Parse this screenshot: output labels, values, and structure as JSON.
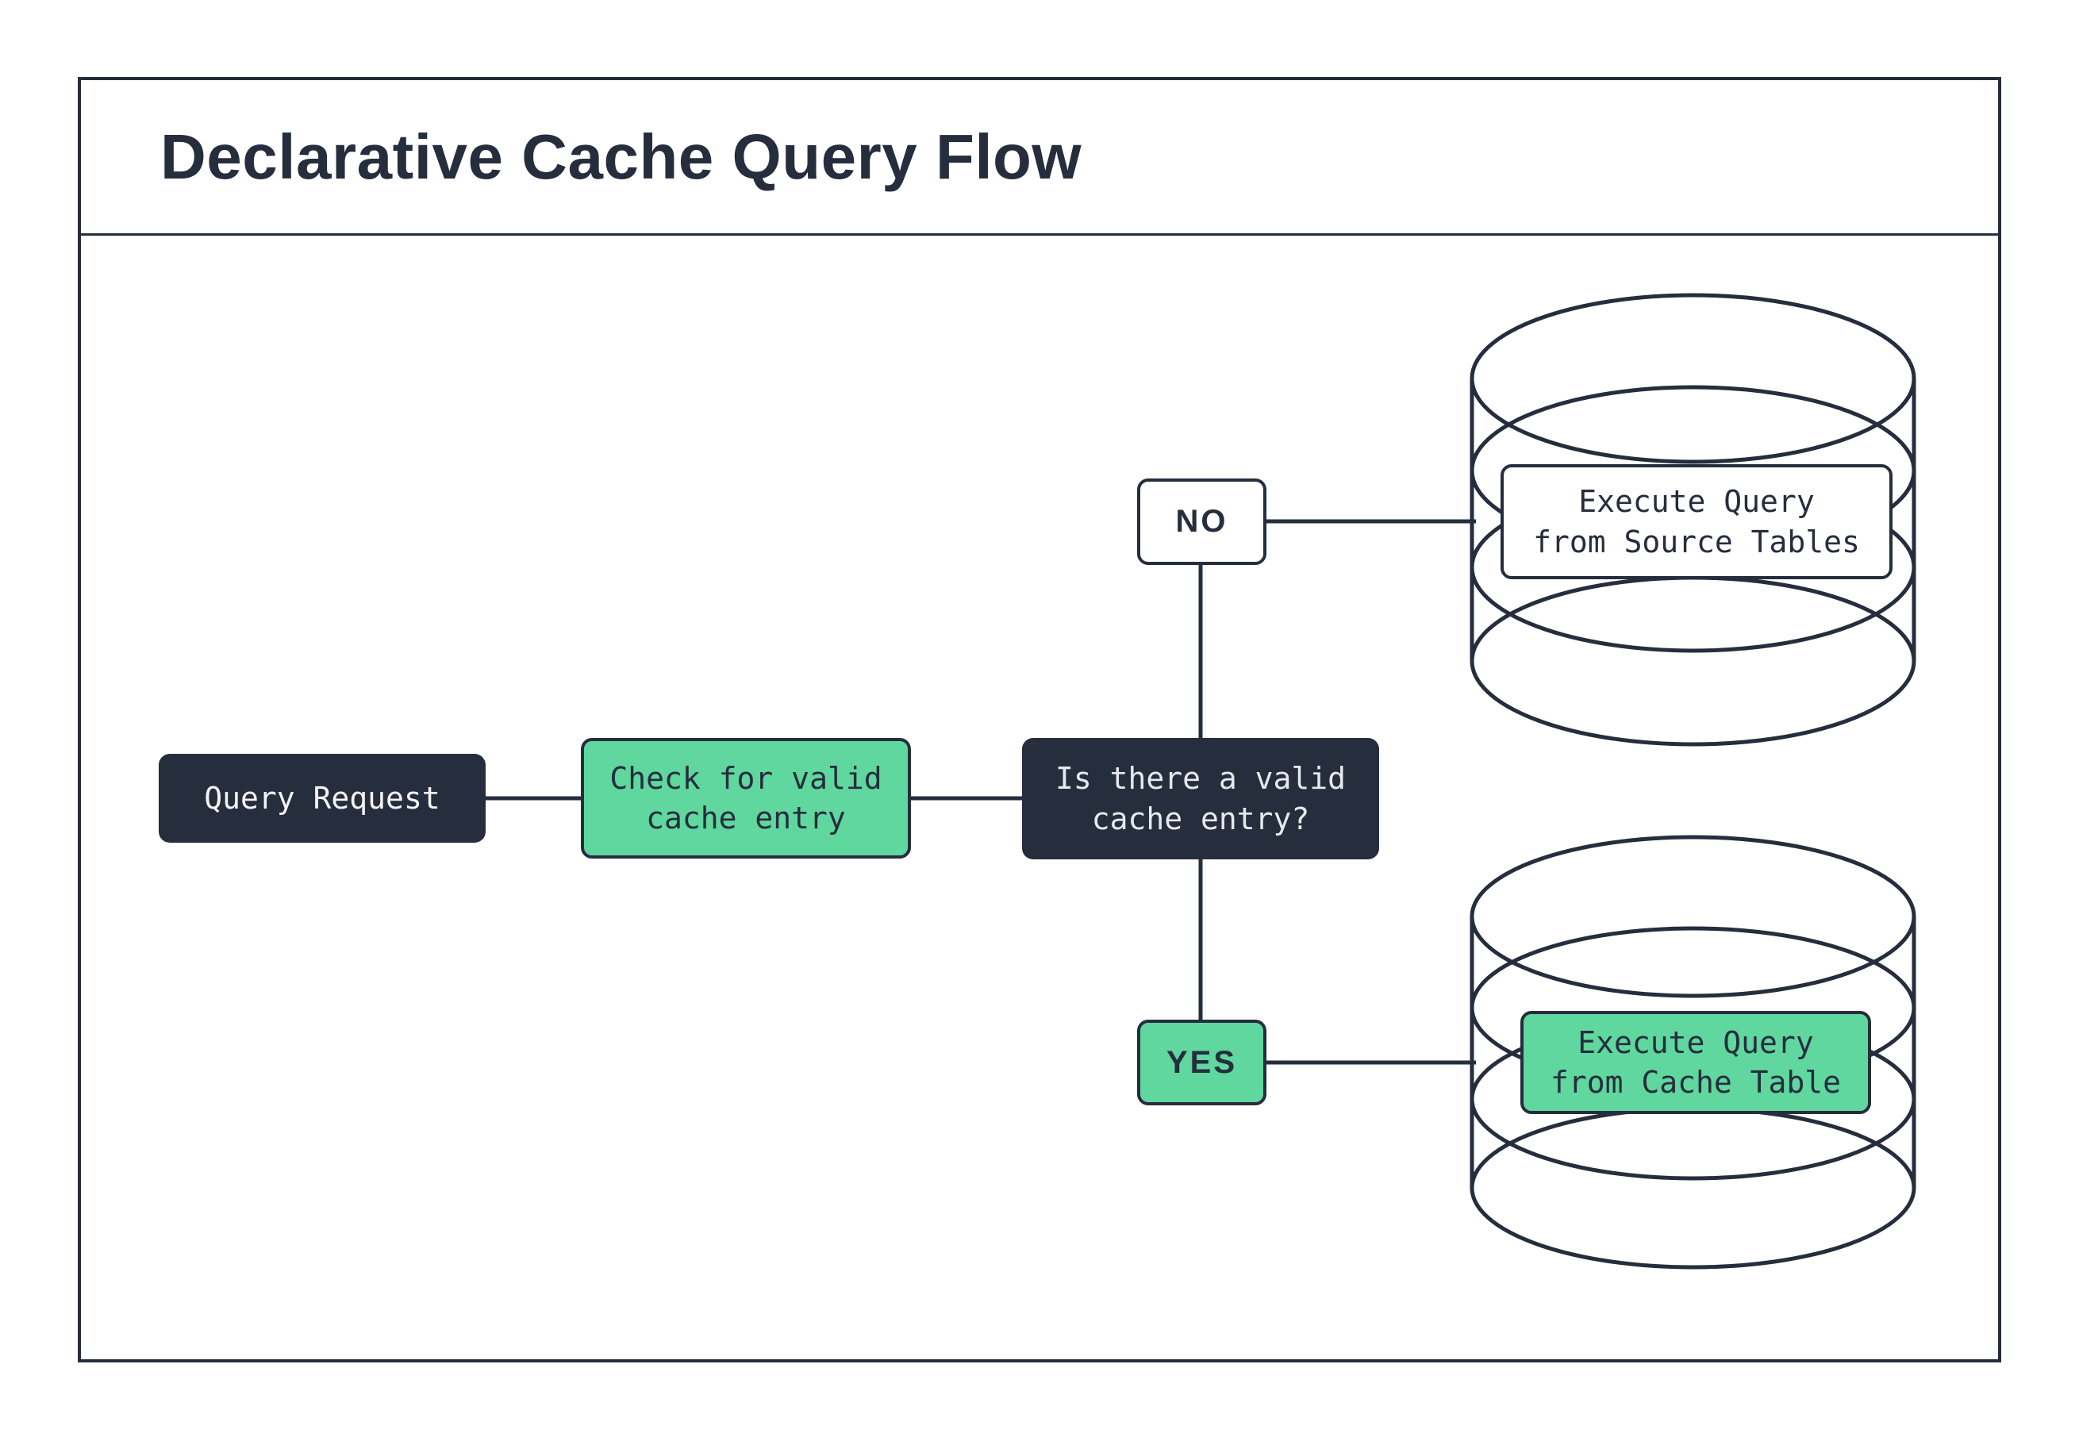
{
  "header": {
    "title": "Declarative Cache Query Flow"
  },
  "flow": {
    "query_request": {
      "label": "Query Request"
    },
    "check_cache": {
      "label": "Check for valid\ncache entry"
    },
    "decision": {
      "label": "Is there a valid\ncache entry?"
    },
    "no": {
      "label": "NO"
    },
    "yes": {
      "label": "YES"
    },
    "execute_source": {
      "label": "Execute Query\nfrom Source Tables"
    },
    "execute_cache": {
      "label": "Execute Query\nfrom Cache Table"
    }
  },
  "icons": {
    "source_database": "database-cylinder-icon",
    "cache_database": "database-cylinder-icon"
  },
  "colors": {
    "outline": "#262d3d",
    "dark_fill": "#262d3d",
    "green_fill": "#5fd79e",
    "light_text": "#e6e9ec",
    "white": "#ffffff"
  }
}
